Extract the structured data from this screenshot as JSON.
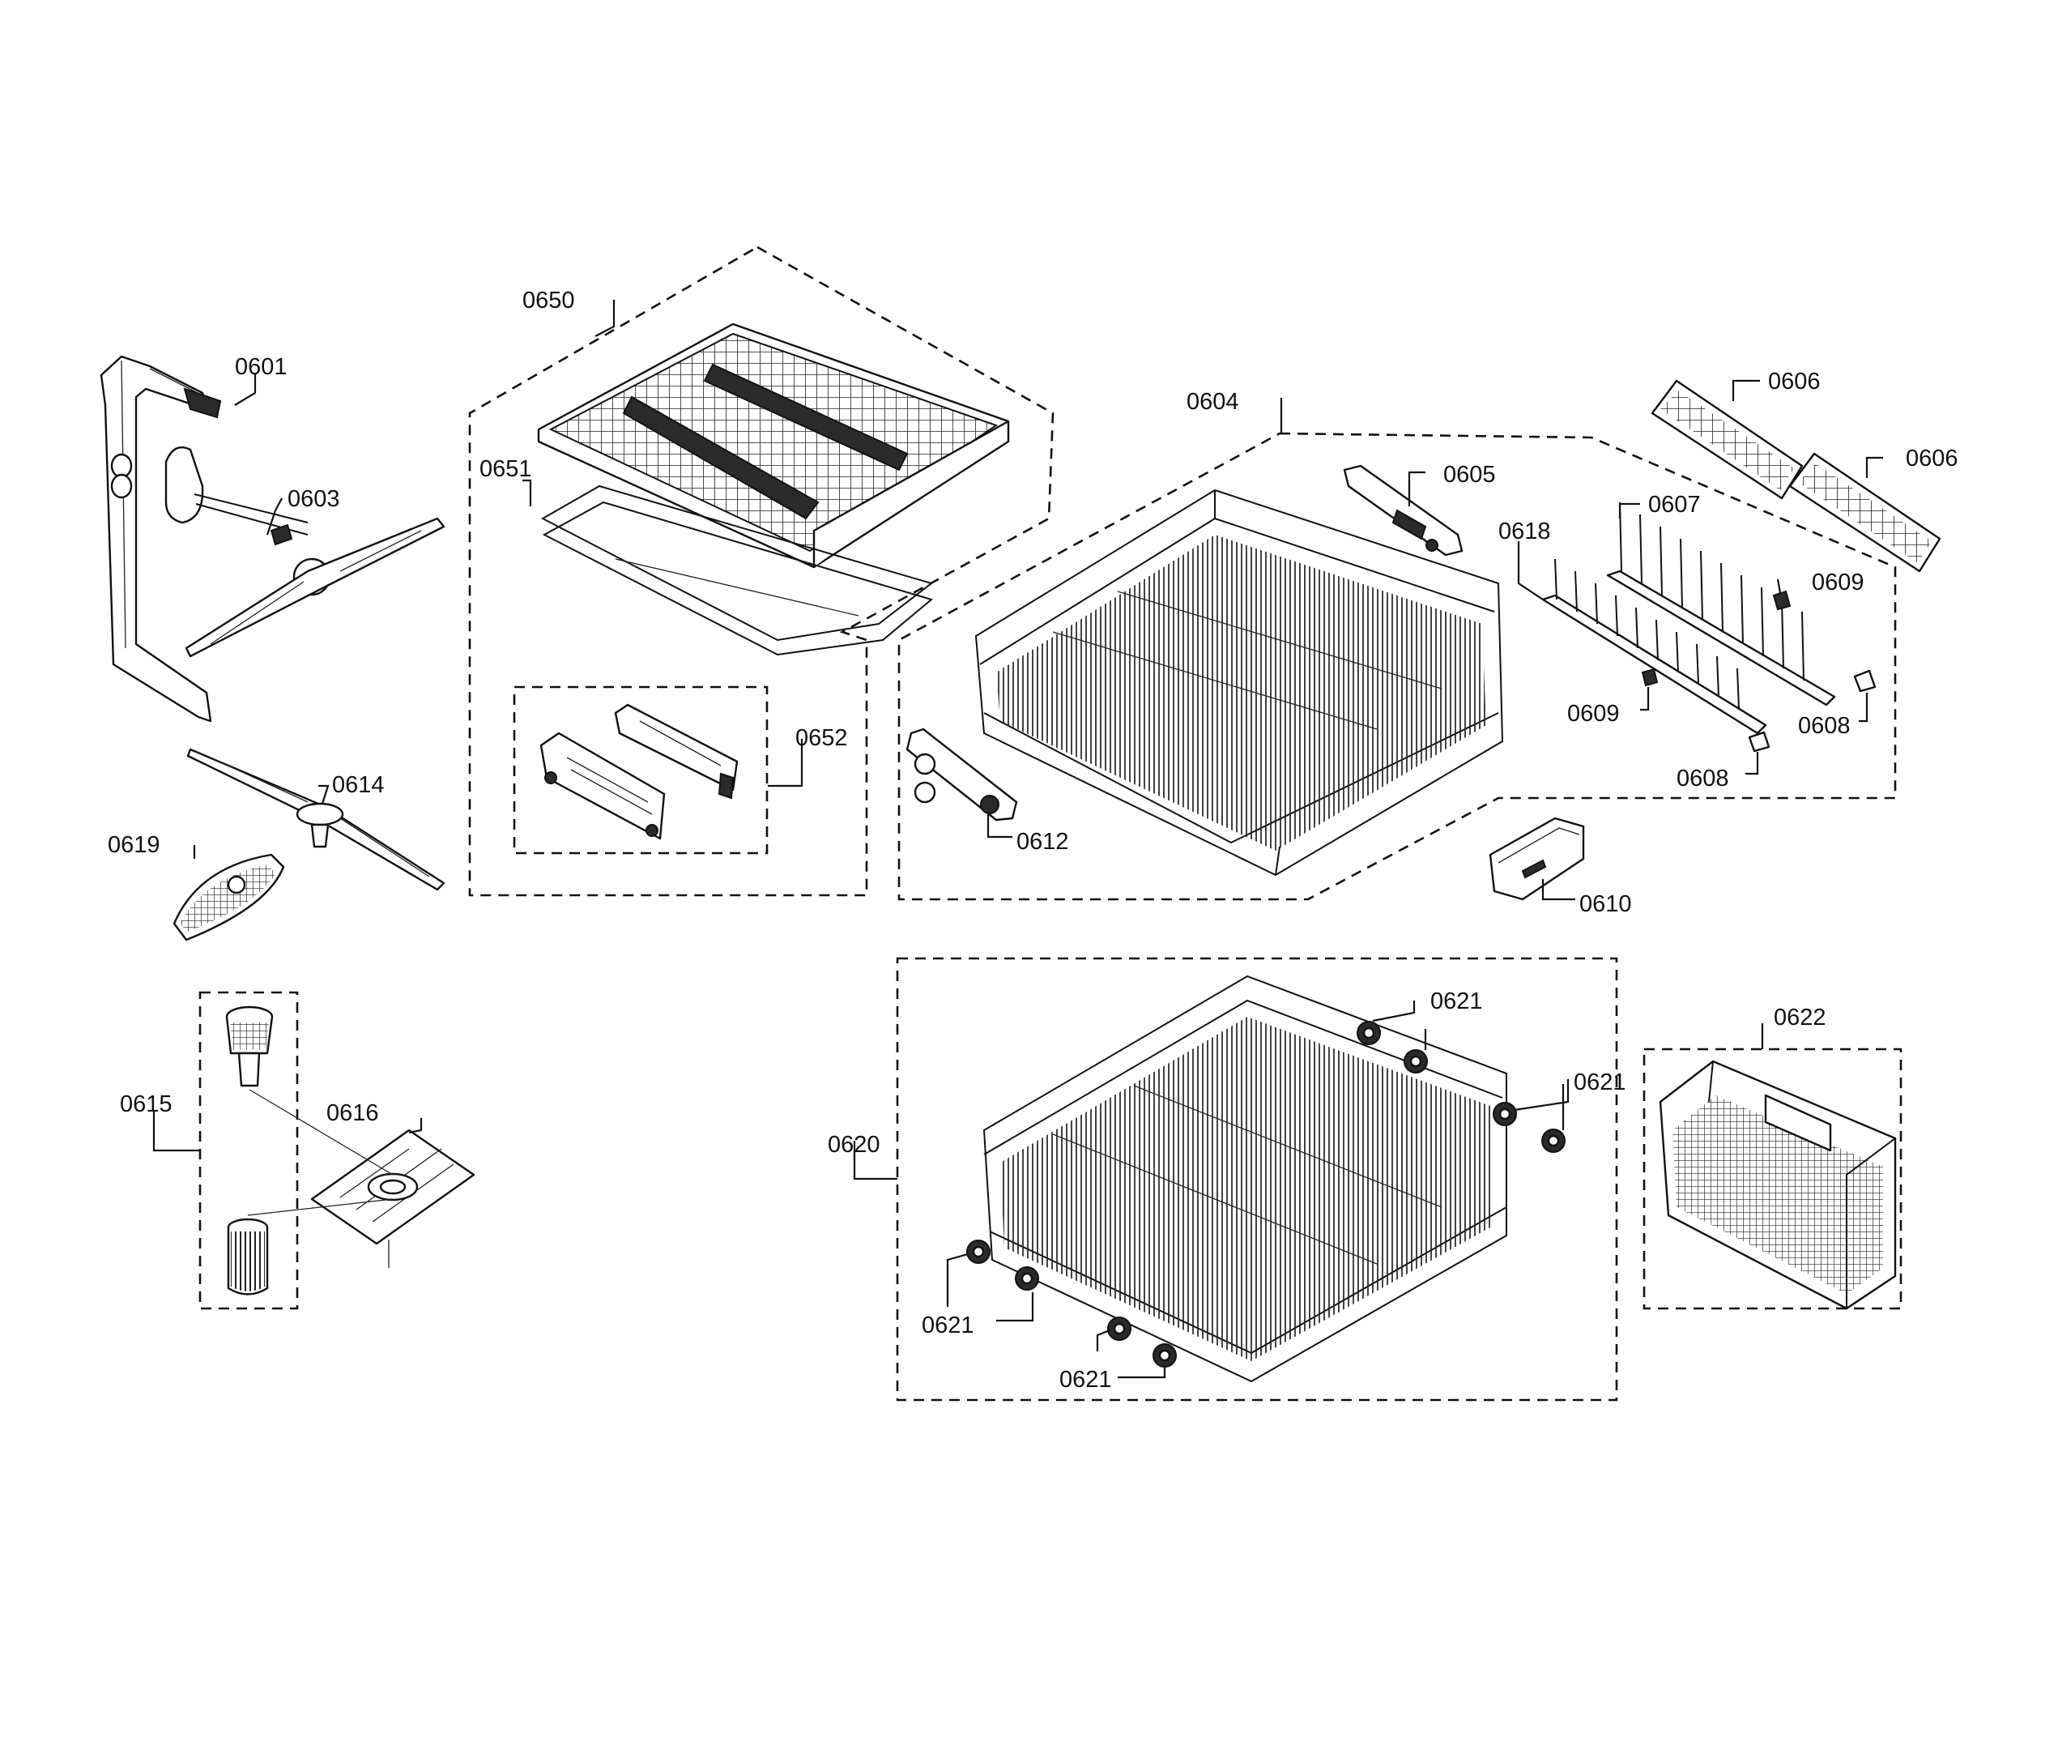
{
  "labels": {
    "p0601": "0601",
    "p0603": "0603",
    "p0614": "0614",
    "p0619": "0619",
    "p0615": "0615",
    "p0616": "0616",
    "p0650": "0650",
    "p0651": "0651",
    "p0652": "0652",
    "p0604": "0604",
    "p0605": "0605",
    "p0612": "0612",
    "p0606a": "0606",
    "p0606b": "0606",
    "p0607": "0607",
    "p0618": "0618",
    "p0609a": "0609",
    "p0609b": "0609",
    "p0608a": "0608",
    "p0608b": "0608",
    "p0610": "0610",
    "p0620": "0620",
    "p0621a": "0621",
    "p0621b": "0621",
    "p0621c": "0621",
    "p0621d": "0621",
    "p0622": "0622"
  },
  "icons": [
    "spray-arm-icon",
    "wire-rack-icon",
    "cutlery-basket-icon",
    "filter-icon",
    "wheel-icon"
  ],
  "colors": {
    "line": "#111111",
    "background": "#ffffff"
  }
}
